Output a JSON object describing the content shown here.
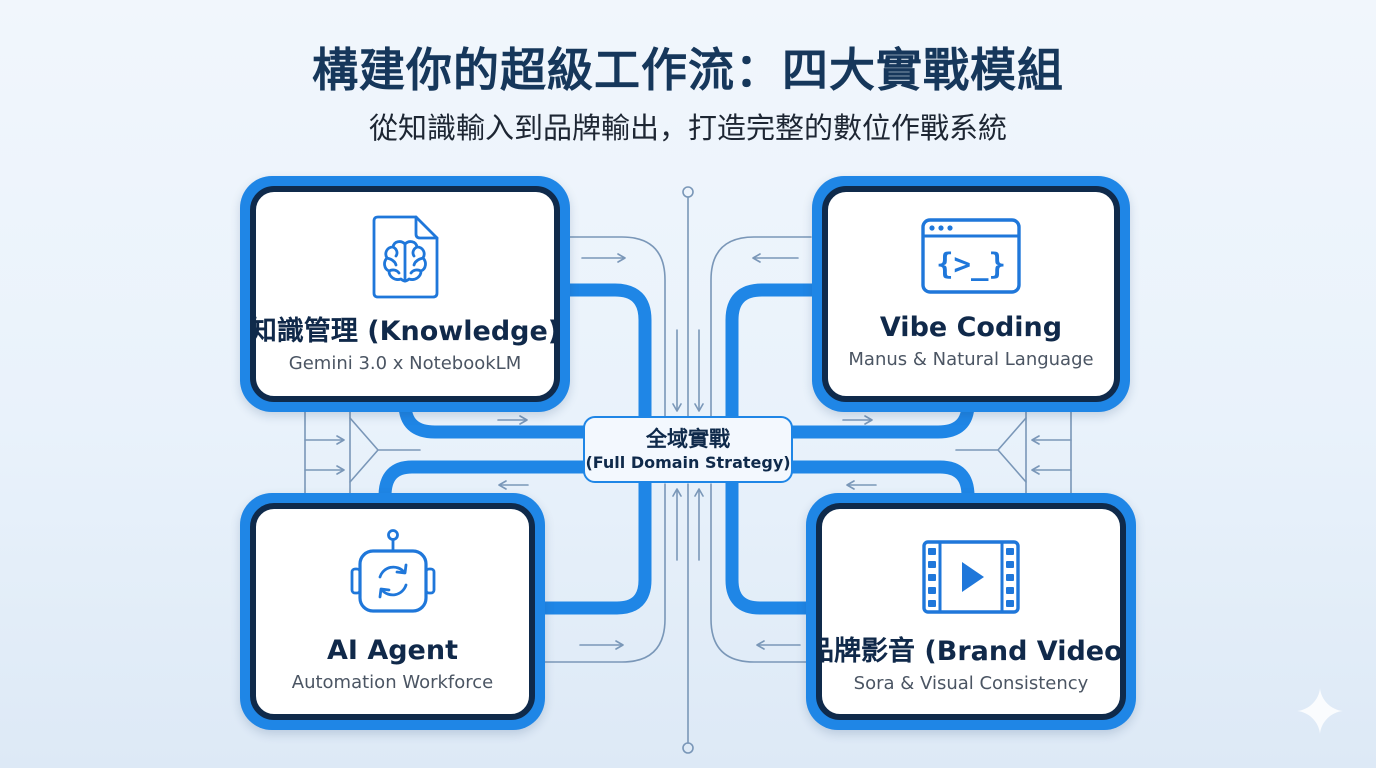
{
  "header": {
    "title": "構建你的超級工作流：四大實戰模組",
    "subtitle": "從知識輸入到品牌輸出，打造完整的數位作戰系統"
  },
  "hub": {
    "title": "全域實戰",
    "subtitle": "(Full Domain Strategy)"
  },
  "modules": [
    {
      "icon": "brain-document-icon",
      "title": "知識管理 (Knowledge)",
      "subtitle": "Gemini 3.0 x NotebookLM"
    },
    {
      "icon": "code-window-icon",
      "icon_glyph": "{>_}",
      "title": "Vibe Coding",
      "subtitle": "Manus & Natural Language"
    },
    {
      "icon": "robot-icon",
      "title": "AI Agent",
      "subtitle": "Automation Workforce"
    },
    {
      "icon": "video-film-icon",
      "title": "品牌影音 (Brand Video)",
      "subtitle": "Sora & Visual Consistency"
    }
  ],
  "decor": {
    "watermark_icon": "sparkle-icon"
  },
  "colors": {
    "accent": "#1f86e6",
    "navy": "#0f2a4b",
    "icon": "#1f77da",
    "line": "#7a97b8",
    "title": "#16375b",
    "background": "#e9f2fb"
  }
}
